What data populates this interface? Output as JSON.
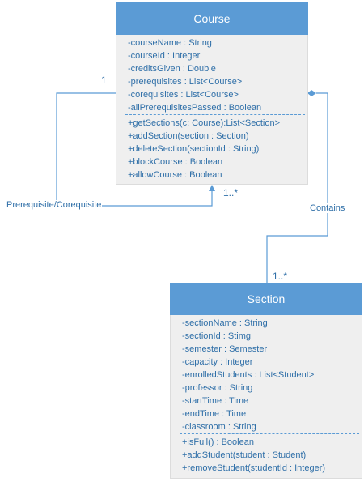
{
  "course": {
    "title": "Course",
    "attributes": [
      "-courseName : String",
      "-courseId : Integer",
      "-creditsGiven : Double",
      "-prerequisites : List<Course>",
      "-corequisites : List<Course>",
      "-allPrerequisitesPassed : Boolean"
    ],
    "operations": [
      "+getSections(c: Course):List<Section>",
      "+addSection(section : Section)",
      "+deleteSection(sectionId : String)",
      "+blockCourse : Boolean",
      "+allowCourse : Boolean"
    ]
  },
  "section": {
    "title": "Section",
    "attributes": [
      "-sectionName : String",
      "-sectionId : Stimg",
      "-semester : Semester",
      "-capacity : Integer",
      "-enrolledStudents : List<Student>",
      "-professor : String",
      "-startTime : Time",
      "-endTime : Time",
      "-classroom : String"
    ],
    "operations": [
      "+isFull() : Boolean",
      "+addStudent(student : Student)",
      "+removeStudent(studentId : Integer)"
    ]
  },
  "self_association": {
    "label": "Prerequisite/Corequisite",
    "mult_source": "1",
    "mult_target": "1..*"
  },
  "composition": {
    "label": "Contains",
    "mult_target": "1..*"
  },
  "colors": {
    "header": "#5b9bd5",
    "body": "#efefef",
    "line": "#5b9bd5",
    "text": "#2f6fa8"
  }
}
